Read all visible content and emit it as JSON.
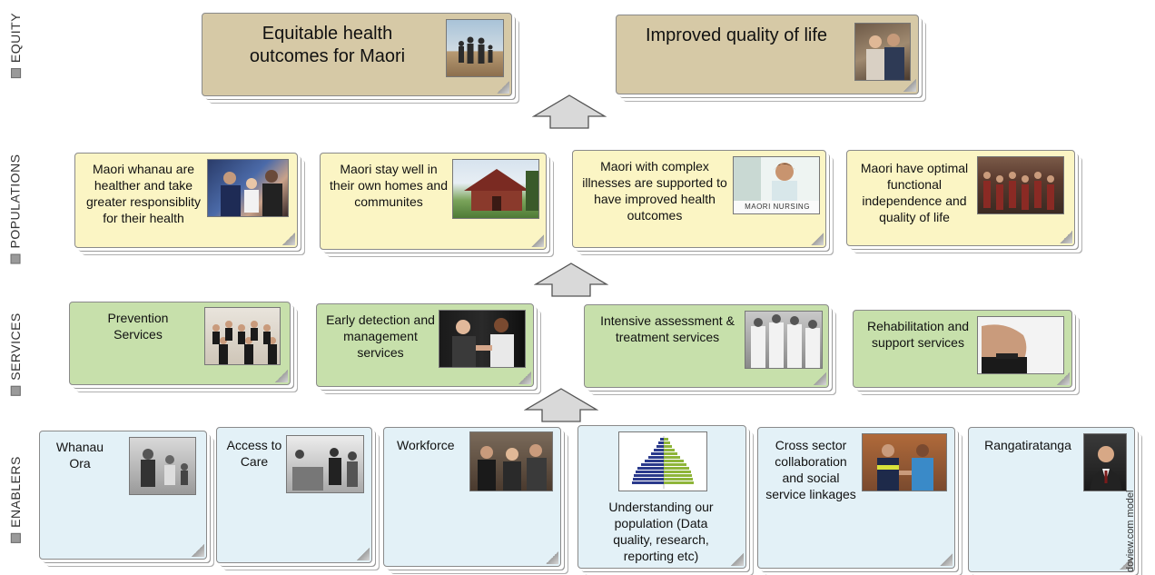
{
  "rows": {
    "equity": "EQUITY",
    "populations": "POPULATIONS",
    "services": "SERVICES",
    "enablers": "ENABLERS"
  },
  "equity": {
    "box1": "Equitable health outcomes for Maori",
    "box2": "Improved quality of life"
  },
  "populations": {
    "box1": "Maori whanau are healther and take greater responsiblity for their health",
    "box2": "Maori stay well in their own homes and communites",
    "box3": "Maori with complex illnesses are supported to have improved health outcomes",
    "box3_image_caption": "MAORI NURSING",
    "box4": "Maori have optimal functional independence and quality of life"
  },
  "services": {
    "box1": "Prevention Services",
    "box2": "Early detection and management services",
    "box3": "Intensive assessment & treatment services",
    "box4": "Rehabilitation and support services"
  },
  "enablers": {
    "box1": "Whanau Ora",
    "box2": "Access to Care",
    "box3": "Workforce",
    "box4": "Understanding our population (Data quality, research, reporting etc)",
    "box5": "Cross sector collaboration and social service linkages",
    "box6": "Rangatiratanga"
  },
  "credit": "doview.com model",
  "colors": {
    "equity": "#d6c9a6",
    "populations": "#fbf5c4",
    "services": "#c7e0ab",
    "enablers": "#e3f1f7",
    "arrow": "#d9d9d9"
  }
}
